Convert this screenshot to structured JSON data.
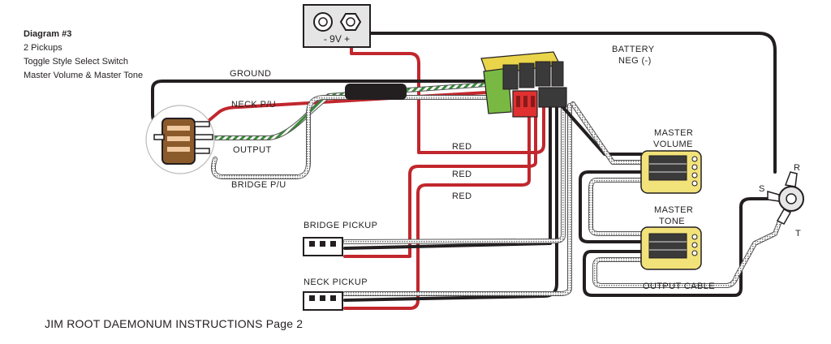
{
  "header": {
    "title": "Diagram #3",
    "lines": [
      "2 Pickups",
      "Toggle Style Select Switch",
      "Master Volume & Master Tone"
    ]
  },
  "footer": "JIM ROOT DAEMONUM INSTRUCTIONS Page 2",
  "battery": {
    "label": "- 9V +"
  },
  "labels": {
    "ground": "GROUND",
    "neck_pu": "NECK P/U",
    "output": "OUTPUT",
    "bridge_pu": "BRIDGE P/U",
    "battery_neg": [
      "BATTERY",
      "NEG (-)"
    ],
    "red1": "RED",
    "red2": "RED",
    "red3": "RED",
    "bridge_pickup": "BRIDGE PICKUP",
    "neck_pickup": "NECK PICKUP",
    "master_volume": [
      "MASTER",
      "VOLUME"
    ],
    "master_tone": [
      "MASTER",
      "TONE"
    ],
    "output_cable": "OUTPUT CABLE",
    "jack_s": "S",
    "jack_r": "R",
    "jack_t": "T"
  },
  "colors": {
    "black_wire": "#231f20",
    "red_wire": "#c1272d",
    "green_wire": "#3a8a3a",
    "shield_wire": "#a9a9a9",
    "pot_board": "#f2e27a",
    "header_red": "#e03030",
    "header_green": "#79b943",
    "header_yellow": "#e9d44a"
  }
}
